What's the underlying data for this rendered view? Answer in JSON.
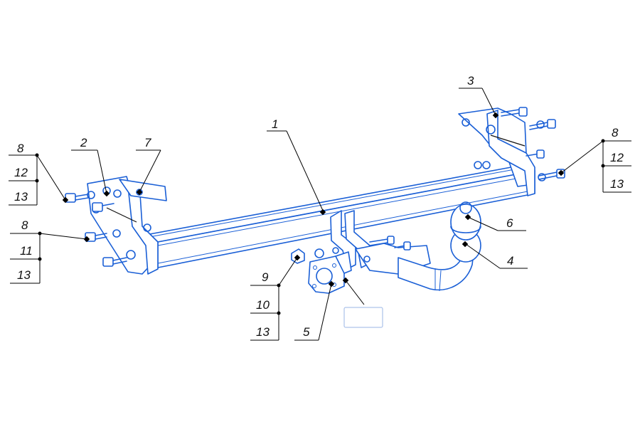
{
  "callouts": {
    "c1": "1",
    "c2": "2",
    "c3": "3",
    "c4": "4",
    "c5": "5",
    "c6": "6",
    "c7": "7",
    "left_a": [
      "8",
      "12",
      "13"
    ],
    "left_b": [
      "8",
      "11",
      "13"
    ],
    "center": [
      "9",
      "10",
      "13"
    ],
    "right": [
      "8",
      "12",
      "13"
    ]
  },
  "colors": {
    "line": "#1a5fd6",
    "leader": "#000000"
  }
}
